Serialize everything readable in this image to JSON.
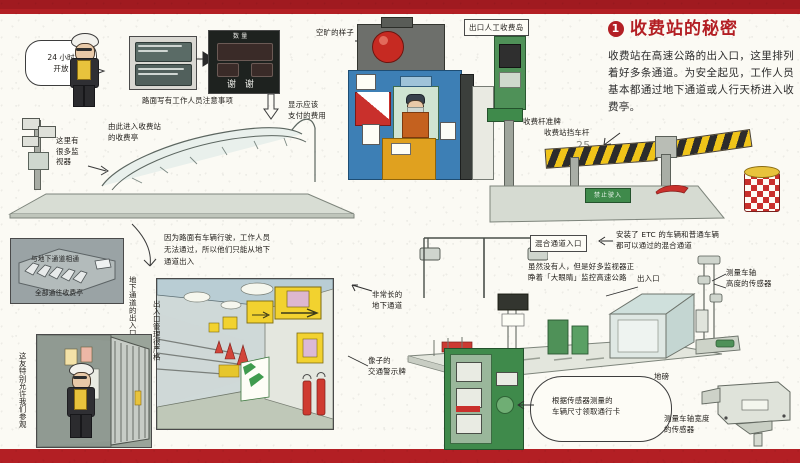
{
  "page": {
    "title": "收费站的秘密",
    "number": "1",
    "accent_color": "#b31f24",
    "paper_color": "#fbfaf4",
    "body_text": "收费站在高速公路的出入口，这里排列着好多条通道。为安全起见，工作人员基本都通过地下通道或人行天桥进入收费亭。"
  },
  "annotations": {
    "bubble_24h": "24 小时\n开放",
    "sign_panel_caption": "路面写有工作人员注意事项",
    "display_thanks": "谢 谢",
    "display_top": "数 量",
    "display_caption": "显示应该\n支付的费用",
    "cameras": "这里有\n很多监\n视器",
    "ramp": "由此进入收费站\n的收费亭",
    "empty_lane": "空旷的样子",
    "exit_manual_booth": "出口人工收费岛",
    "barrier_sign": "收费杆准牌",
    "barrier_pole": "收费站挡车杆",
    "underground_connect": "与地下通道相通",
    "all_to_booth": "全部通往收费亭",
    "underground_passage_label": "地下通道的出入口管理很严格",
    "why_underground": "因为路面有车辆行驶，工作人员\n无法通过，所以他们只能从地下\n通道出入",
    "very_long_passage": "非常长的\n地下通道",
    "warning_sign": "像子的\n交通警示牌",
    "special_permission": "这友特别允许我们参观",
    "entrance_strict": "出入口管理很严格",
    "mixed_lane_entrance": "混合通道入口",
    "etc_mixed": "安装了 ETC 的车辆和普通车辆\n都可以通过的混合通道",
    "cameras_watch": "虽然没有人，但是好多监视器正\n睁着「大眼睛」监控高速公路",
    "exit_entrance": "出入口",
    "axle_height_sensor": "测量车轴\n高度的传感器",
    "axle_width_sensor": "测量车轴宽度\n的传感器",
    "weighbridge": "地磅",
    "sensor_card": "根据传感器测量的\n车辆尺寸领取通行卡",
    "green_sign_text": "禁止驶入",
    "barrier_number": "25"
  },
  "icons": {
    "number_badge": "circle-number-badge",
    "arrow_down": "arrow-down-icon",
    "arrow_right": "arrow-right-icon",
    "pointer_line": "pointer-line-icon"
  }
}
